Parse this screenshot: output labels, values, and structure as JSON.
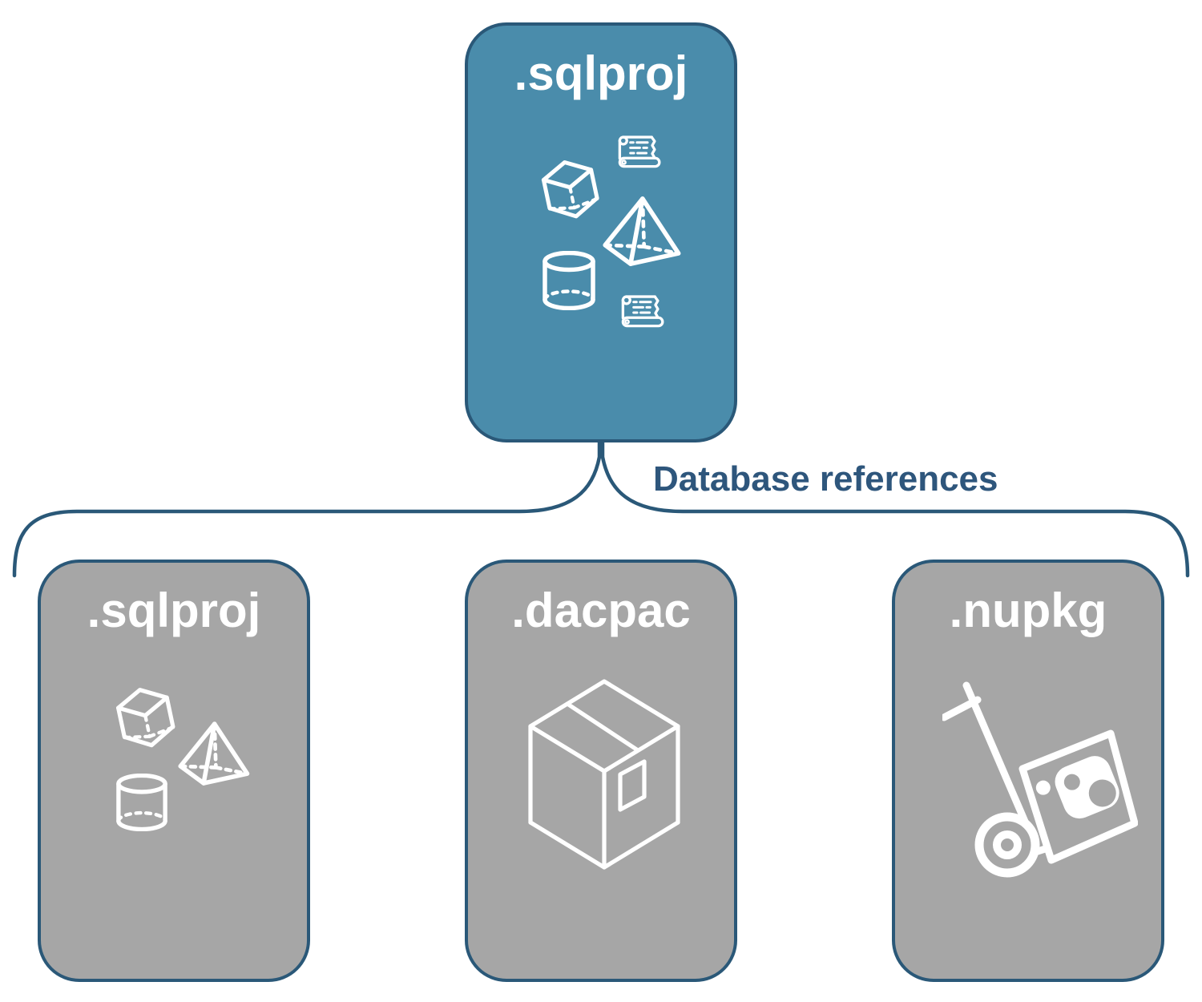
{
  "diagram": {
    "colors": {
      "accent_fill": "#4a8cab",
      "gray_fill": "#a6a6a6",
      "outline": "#2a5878",
      "card_label_text": "#ffffff",
      "connector_label_text": "#2e567c",
      "background": "#ffffff"
    },
    "root_card": {
      "label": ".sqlproj",
      "icons": [
        "cube-icon",
        "scroll-icon",
        "pyramid-icon",
        "cylinder-icon",
        "scroll-icon"
      ]
    },
    "connector": {
      "label": "Database references"
    },
    "reference_cards": [
      {
        "label": ".sqlproj",
        "icons": [
          "cube-icon",
          "pyramid-icon",
          "cylinder-icon"
        ]
      },
      {
        "label": ".dacpac",
        "icons": [
          "package-box-icon"
        ]
      },
      {
        "label": ".nupkg",
        "icons": [
          "hand-truck-icon",
          "nuget-logo-icon"
        ]
      }
    ]
  }
}
